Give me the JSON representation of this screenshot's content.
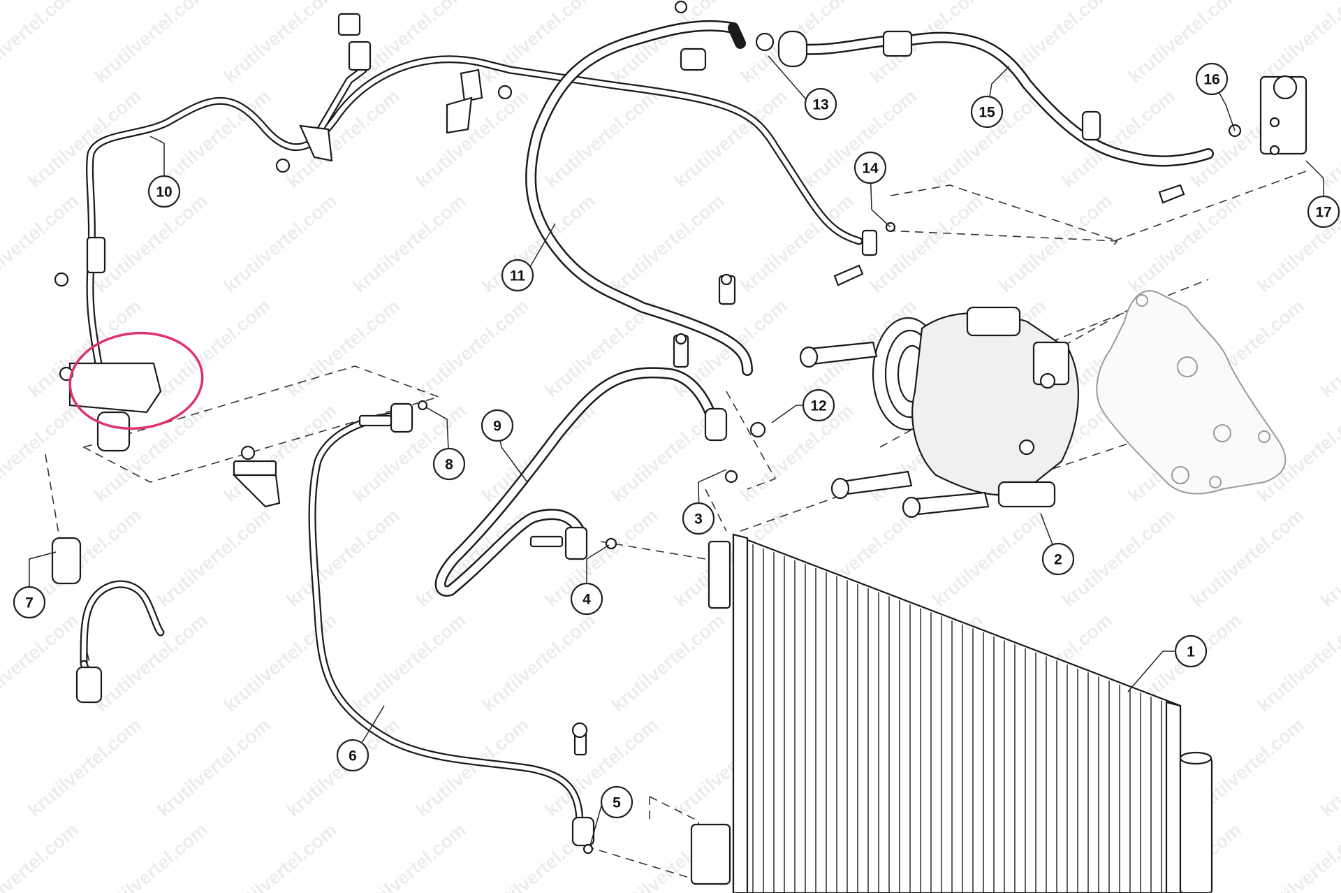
{
  "watermark_text": "krutilvertel.com",
  "highlight_color": "#e0306f",
  "callouts": [
    {
      "label": "1"
    },
    {
      "label": "2"
    },
    {
      "label": "3"
    },
    {
      "label": "4"
    },
    {
      "label": "5"
    },
    {
      "label": "6"
    },
    {
      "label": "7"
    },
    {
      "label": "8"
    },
    {
      "label": "9"
    },
    {
      "label": "10"
    },
    {
      "label": "11"
    },
    {
      "label": "12"
    },
    {
      "label": "13"
    },
    {
      "label": "14"
    },
    {
      "label": "15"
    },
    {
      "label": "16"
    },
    {
      "label": "17"
    }
  ]
}
